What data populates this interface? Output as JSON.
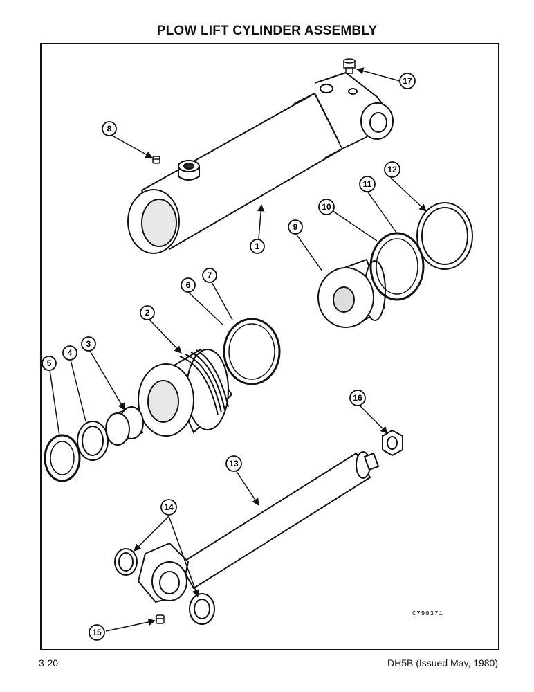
{
  "title": "PLOW LIFT CYLINDER ASSEMBLY",
  "drawing_code": "C790371",
  "footer": {
    "page_number": "3-20",
    "document": "DH5B (Issued May, 1980)"
  },
  "callouts": {
    "c1": "1",
    "c2": "2",
    "c3": "3",
    "c4": "4",
    "c5": "5",
    "c6": "6",
    "c7": "7",
    "c8": "8",
    "c9": "9",
    "c10": "10",
    "c11": "11",
    "c12": "12",
    "c13": "13",
    "c14": "14",
    "c15": "15",
    "c16": "16",
    "c17": "17"
  }
}
